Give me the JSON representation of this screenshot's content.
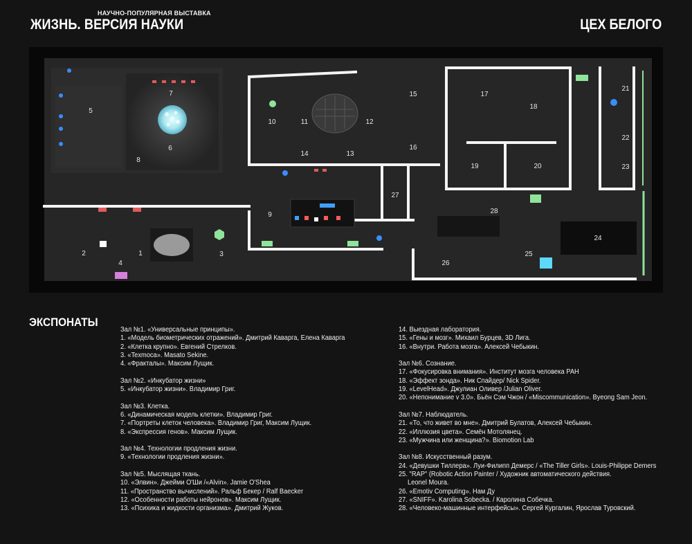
{
  "header": {
    "subtitle": "НАУЧНО-ПОПУЛЯРНАЯ ВЫСТАВКА",
    "title": "ЖИЗНЬ. ВЕРСИЯ НАУКИ",
    "venue": "ЦЕХ БЕЛОГО"
  },
  "map": {
    "room_labels": [
      "1",
      "2",
      "3",
      "4",
      "5",
      "6",
      "7",
      "8",
      "9",
      "10",
      "11",
      "12",
      "13",
      "14",
      "15",
      "16",
      "17",
      "18",
      "19",
      "20",
      "21",
      "22",
      "23",
      "24",
      "25",
      "26",
      "27",
      "28"
    ],
    "colors": {
      "wall": "#f4f4f4",
      "floor": "#2a2a2a",
      "accent_green": "#8fe39a",
      "accent_blue": "#3a8cff"
    }
  },
  "exhibits": {
    "heading": "ЭКСПОНАТЫ",
    "left_groups": [
      [
        "Зал №1. «Универсальные принципы».",
        "1. «Модель биометрических отражений». Дмитрий Каварга, Елена Каварга",
        "2. «Клетка крупно». Евгений Стрелков.",
        "3.  «Texmoca». Masato Sekine.",
        "4. «Фракталы». Максим Лущик."
      ],
      [
        "Зал №2. «Инкубатор жизни»",
        "5. «Инкубатор жизни». Владимир Григ."
      ],
      [
        "Зал №3. Клетка.",
        "6. «Динамическая модель клетки». Владимир Григ.",
        "7. «Портреты клеток человека». Владимир Григ, Максим Лущик.",
        "8. «Экспрессия генов». Максим Лущик."
      ],
      [
        "Зал №4. Технологии продления жизни.",
        "9. «Технологии продления жизни»."
      ],
      [
        "Зал №5. Мыслящая ткань.",
        "10. «Элвин». Джейми О'Ши /«Alvin». Jamie O'Shea",
        "11. «Пространство вычислений». Ральф Бекер / Ralf Baecker",
        "12. «Особенности работы нейронов». Максим Лущик.",
        "13. «Психика и жидкости организма». Дмитрий Жуков."
      ]
    ],
    "right_groups": [
      [
        "14.   Выездная лаборатория.",
        "15. «Гены и мозг». Михаил Бурцев, 3D Лига.",
        "16. «Внутри. Работа мозга». Алексей Чебыкин."
      ],
      [
        "Зал №6. Сознание.",
        "17. «Фокусировка внимания». Институт мозга человека РАН",
        "18. «Эффект зонда». Ник Спайдер/ Nick Spider.",
        "19. «LevelHead». Джулиан Оливер /Julian Oliver.",
        "20. «Непонимание v 3.0». Бьён Сэм Чжон / «Miscommunication». Byeong Sam Jeon."
      ],
      [
        "Зал №7. Наблюдатель.",
        "21. «То, что живет во мне». Дмитрий Булатов, Алексей Чебыкин.",
        "22. «Иллюзия цвета». Семён Мотолянец.",
        "23. «Мужчина или женщина?». Biomotion Lab"
      ],
      [
        "Зал №8. Искусственный разум.",
        "24. «Девушки Тиллера». Луи-Филипп Демерс / «The Tiller Girls». Louis-Philippe Demers",
        "25. \"RAP\" (Robotic Action Painter / Художник автоматического действия.",
        "Leonel Moura.",
        "26. «Emotiv Computing». Нам Ду",
        "27. «SNIFF». Karolina Sobecka. / Каролина Собечка.",
        "28. «Человеко-машинные  интерфейсы». Сергей Кургалин, Ярослав Туровский."
      ]
    ]
  }
}
